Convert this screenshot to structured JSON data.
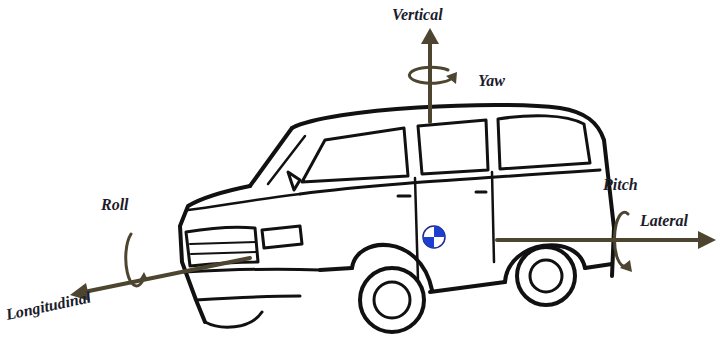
{
  "diagram": {
    "labels": [
      "Vertical",
      "Yaw",
      "Pitch",
      "Lateral",
      "Roll",
      "Longitudinal"
    ]
  }
}
